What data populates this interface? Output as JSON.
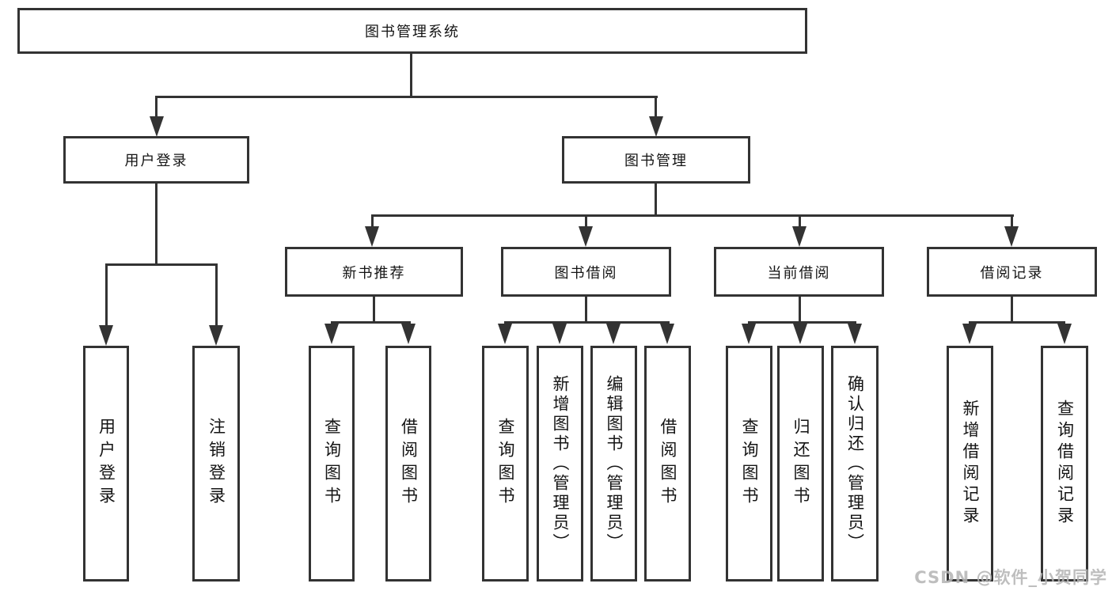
{
  "tree": {
    "label": "图书管理系统",
    "children": [
      {
        "label": "用户登录",
        "children": [
          {
            "label": "用户登录"
          },
          {
            "label": "注销登录"
          }
        ]
      },
      {
        "label": "图书管理",
        "children": [
          {
            "label": "新书推荐",
            "children": [
              {
                "label": "查询图书"
              },
              {
                "label": "借阅图书"
              }
            ]
          },
          {
            "label": "图书借阅",
            "children": [
              {
                "label": "查询图书"
              },
              {
                "label": "新增图书（管理员）"
              },
              {
                "label": "编辑图书（管理员）"
              },
              {
                "label": "借阅图书"
              }
            ]
          },
          {
            "label": "当前借阅",
            "children": [
              {
                "label": "查询图书"
              },
              {
                "label": "归还图书"
              },
              {
                "label": "确认归还（管理员）"
              }
            ]
          },
          {
            "label": "借阅记录",
            "children": [
              {
                "label": "新增借阅记录"
              },
              {
                "label": "查询借阅记录"
              }
            ]
          }
        ]
      }
    ]
  },
  "watermark": {
    "text": "CSDN @软件_小贺同学"
  },
  "colors": {
    "line": "#333333",
    "text": "#141414",
    "watermark": "#b3b3b3",
    "background": "#ffffff"
  }
}
